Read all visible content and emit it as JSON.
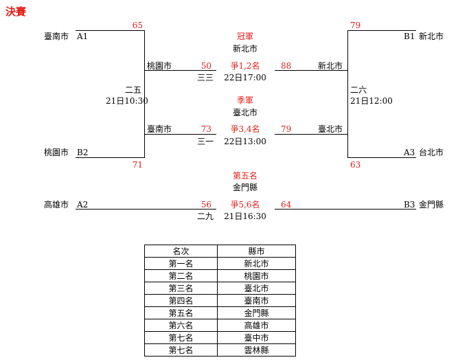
{
  "title": "決賽",
  "left": {
    "a1": {
      "team": "臺南市",
      "seed": "A1",
      "score": "65"
    },
    "b2": {
      "team": "桃園市",
      "seed": "B2",
      "score": "71"
    },
    "a2": {
      "team": "高雄市",
      "seed": "A2",
      "score": "56"
    },
    "semi": {
      "game": "二五",
      "time": "21日10:30"
    },
    "f12": {
      "team": "桃園市",
      "score": "50",
      "game": "三三"
    },
    "f34": {
      "team": "臺南市",
      "score": "73",
      "game": "三一"
    },
    "f56": {
      "game": "二九"
    }
  },
  "right": {
    "b1": {
      "team": "新北市",
      "seed": "B1",
      "score": "79"
    },
    "a3": {
      "team": "台北市",
      "seed": "A3",
      "score": "63"
    },
    "b3": {
      "team": "金門縣",
      "seed": "B3",
      "score": "64"
    },
    "semi": {
      "game": "二六",
      "time": "21日12:00"
    },
    "f12": {
      "team": "新北市",
      "score": "88"
    },
    "f34": {
      "team": "臺北市",
      "score": "79"
    }
  },
  "center": {
    "champion": {
      "label": "冠軍",
      "team": "新北市"
    },
    "final12": {
      "label": "爭1,2名",
      "time": "22日17:00"
    },
    "third": {
      "label": "季軍",
      "team": "臺北市"
    },
    "final34": {
      "label": "爭3,4名",
      "time": "22日13:00"
    },
    "fifth": {
      "label": "第五名",
      "team": "金門縣"
    },
    "final56": {
      "label": "爭5,6名",
      "time": "21日16:30"
    }
  },
  "ranking": {
    "headers": [
      "名次",
      "縣市"
    ],
    "rows": [
      [
        "第一名",
        "新北市"
      ],
      [
        "第二名",
        "桃園市"
      ],
      [
        "第三名",
        "臺北市"
      ],
      [
        "第四名",
        "臺南市"
      ],
      [
        "第五名",
        "金門縣"
      ],
      [
        "第六名",
        "高雄市"
      ],
      [
        "第七名",
        "臺中市"
      ],
      [
        "第七名",
        "雲林縣"
      ]
    ]
  }
}
